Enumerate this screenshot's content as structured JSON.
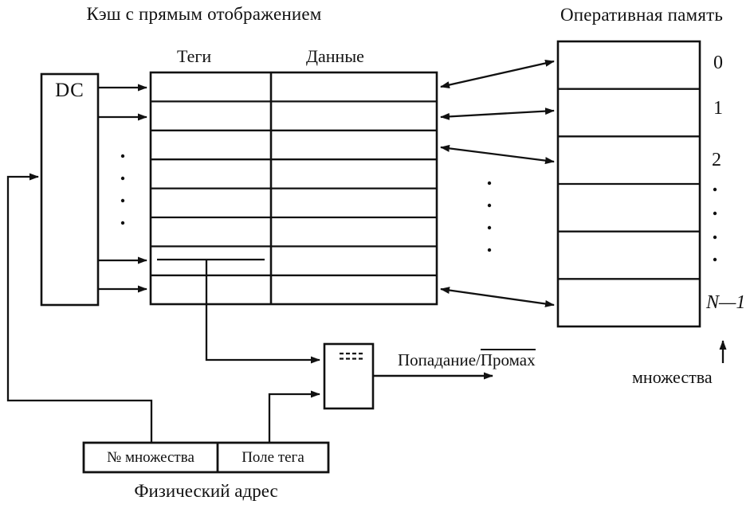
{
  "diagram": {
    "cache_title": "Кэш с прямым отображением",
    "memory_title": "Оперативная память",
    "cache": {
      "tags_header": "Теги",
      "data_header": "Данные",
      "decoder_label": "DC",
      "row_count": 8
    },
    "memory": {
      "row_labels": [
        "0",
        "1",
        "2"
      ],
      "last_row_label": "N—1",
      "sets_label": "множества",
      "row_count": 6
    },
    "comparator": {
      "icon": "equals-icon",
      "output_label_plain": "Попадание/",
      "output_label_overlined": "Промах"
    },
    "address_register": {
      "set_field_label": "№ множества",
      "tag_field_label": "Поле тега",
      "caption": "Физический адрес"
    },
    "colors": {
      "ink": "#111111",
      "background": "#ffffff"
    }
  }
}
